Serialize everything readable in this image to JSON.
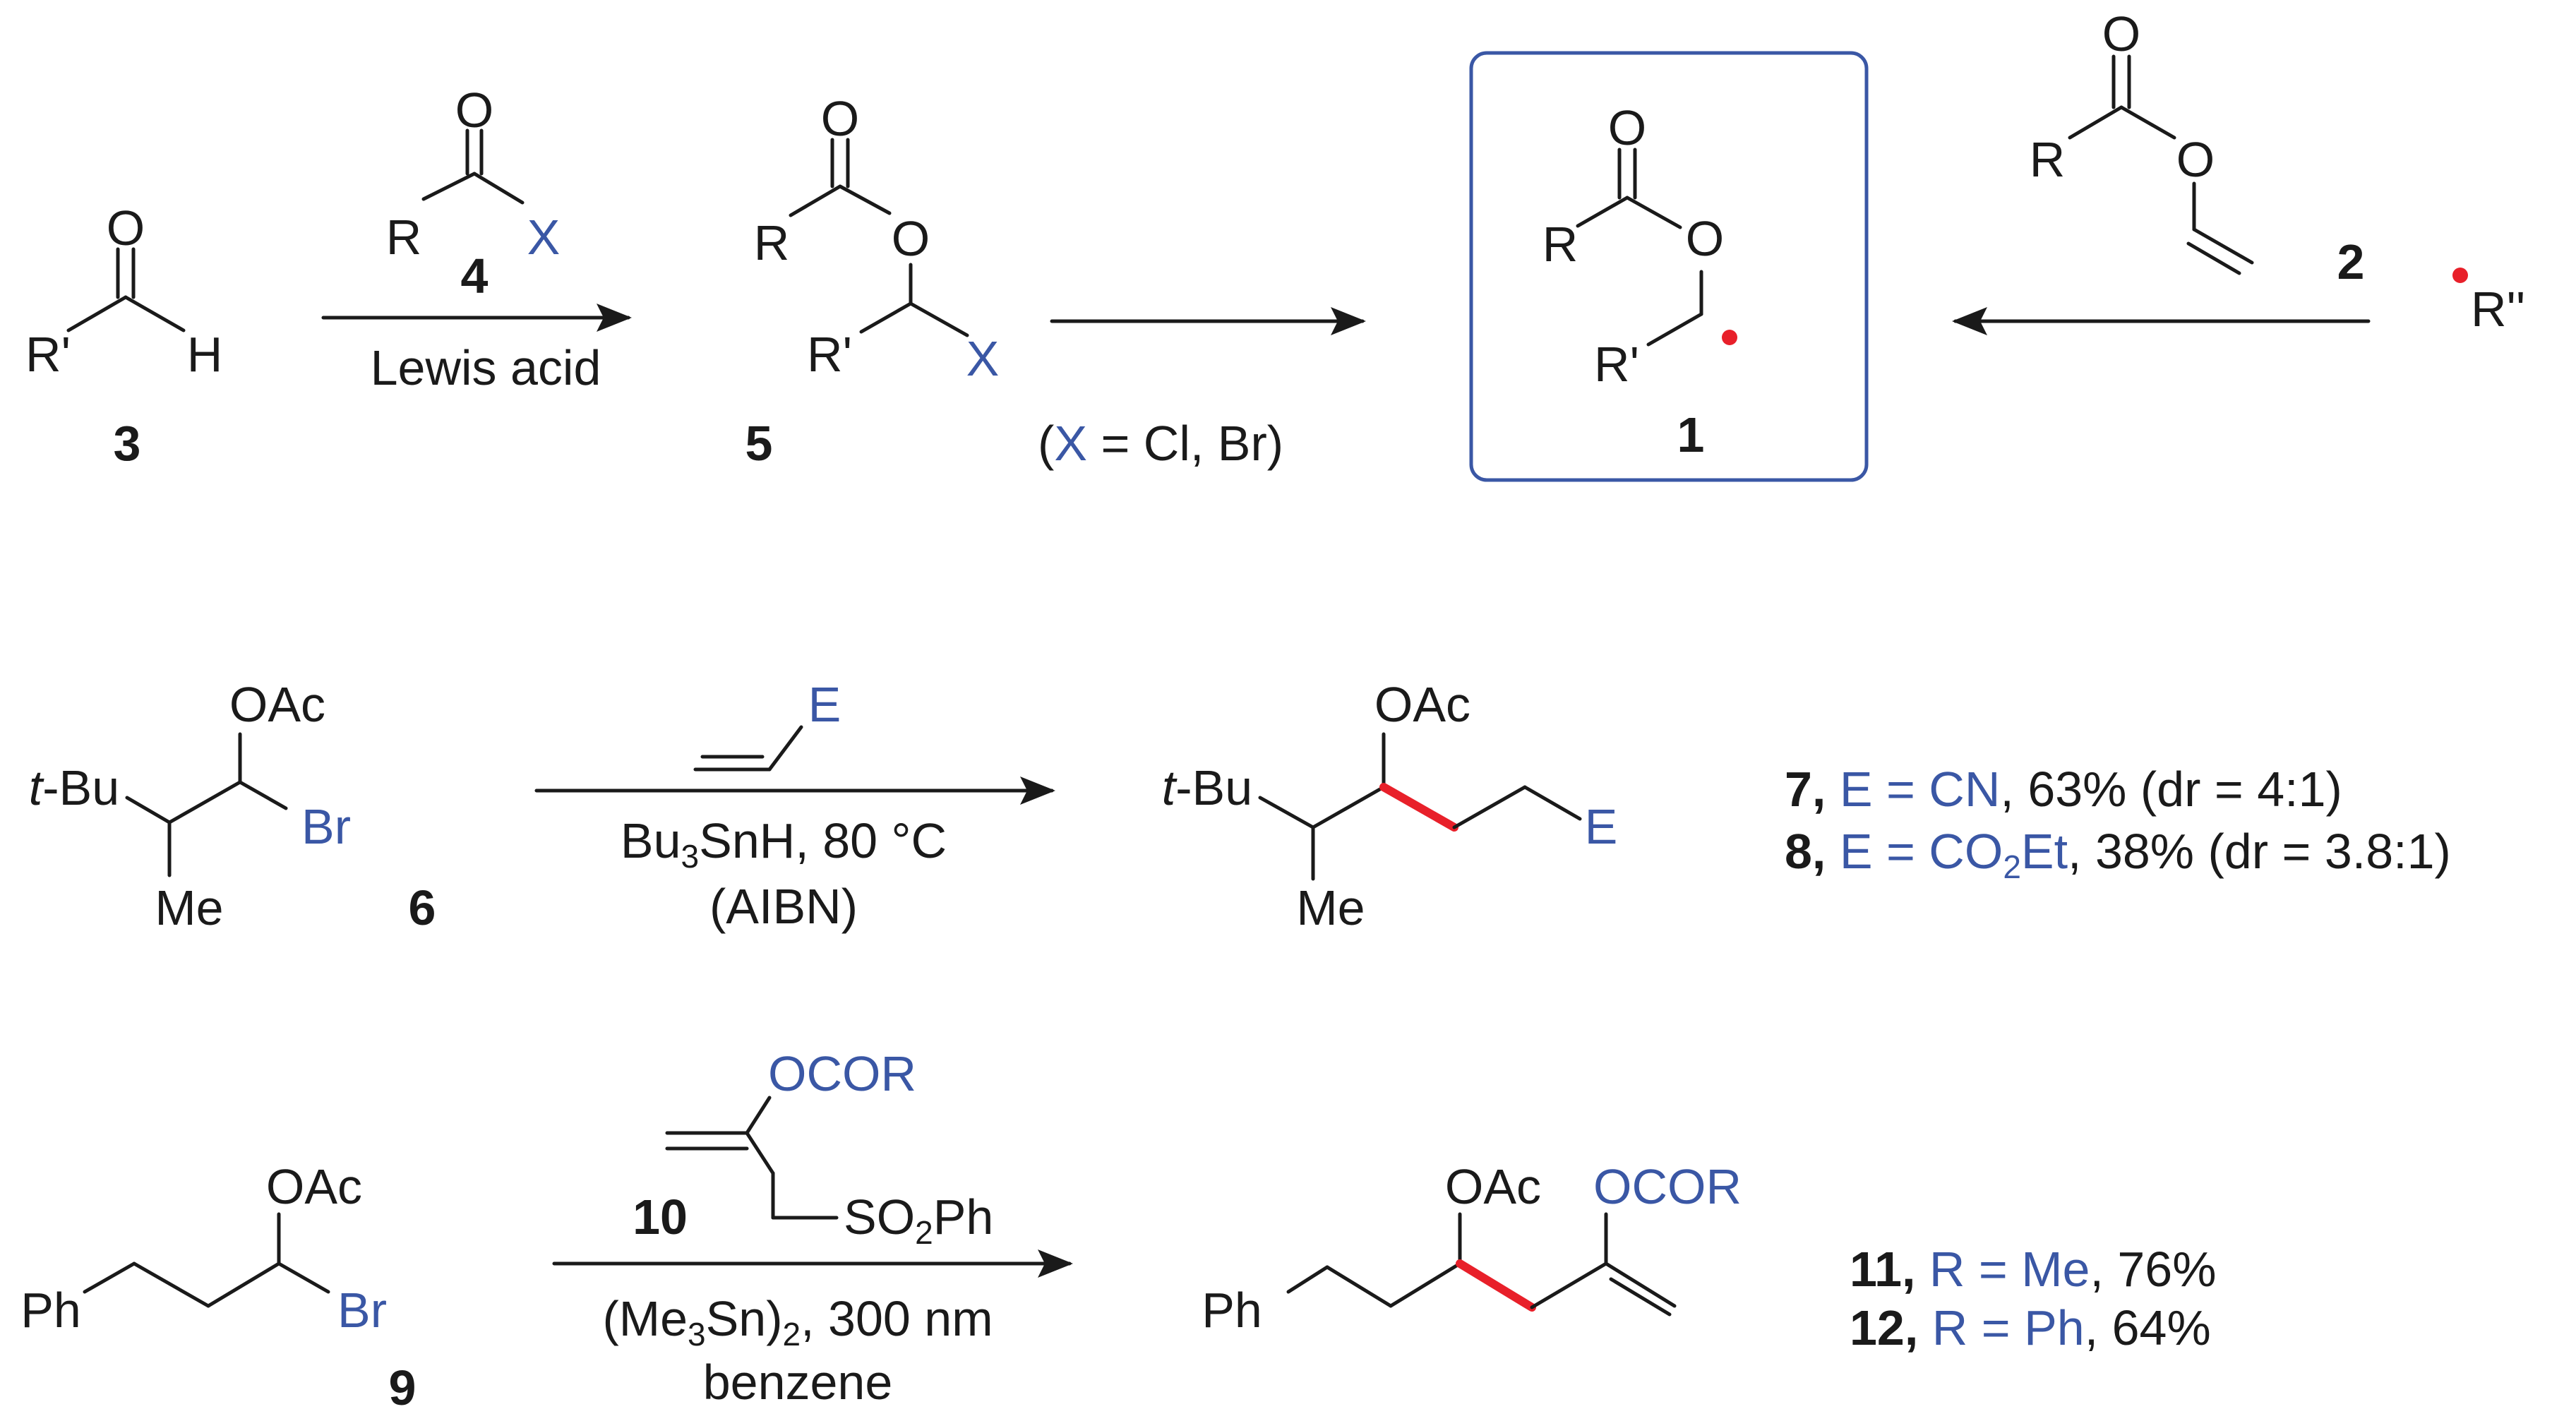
{
  "colors": {
    "black": "#1a1a1a",
    "blue": "#3a57a5",
    "red": "#e8202a"
  },
  "labels": {
    "R": "R",
    "R_prime": "R'",
    "R_dprime": "R''",
    "O": "O",
    "H": "H",
    "X": "X",
    "OAc": "OAc",
    "tBu": "t-Bu",
    "Br": "Br",
    "Me": "Me",
    "E": "E",
    "OCOR": "OCOR",
    "SO2Ph_a": "SO",
    "SO2Ph_sub": "2",
    "SO2Ph_b": "Ph",
    "Ph": "Ph"
  },
  "compounds": {
    "c1": "1",
    "c2": "2",
    "c3": "3",
    "c4": "4",
    "c5": "5",
    "c6": "6",
    "c9": "9",
    "c10": "10"
  },
  "conditions": {
    "lewis_acid": "Lewis acid",
    "x_def_open": "(",
    "x_def_X": "X",
    "x_def_rest": " = Cl, Br)",
    "bu3snh_a": "Bu",
    "bu3snh_sub": "3",
    "bu3snh_b": "SnH, 80 °C",
    "aibn": "(AIBN)",
    "me3sn_a": "(Me",
    "me3sn_sub": "3",
    "me3sn_b": "Sn)",
    "me3sn_sub2": "2",
    "me3sn_c": ", 300 nm",
    "benzene": "benzene"
  },
  "results": {
    "r7_num": "7,",
    "r7_e": "E = CN",
    "r7_rest": ", 63% (dr = 4:1)",
    "r8_num": "8,",
    "r8_e_a": "E = CO",
    "r8_e_sub": "2",
    "r8_e_b": "Et",
    "r8_rest": ", 38% (dr = 3.8:1)",
    "r11_num": "11,",
    "r11_r": "R = Me",
    "r11_rest": ", 76%",
    "r12_num": "12,",
    "r12_r": "R = Ph",
    "r12_rest": ", 64%"
  }
}
